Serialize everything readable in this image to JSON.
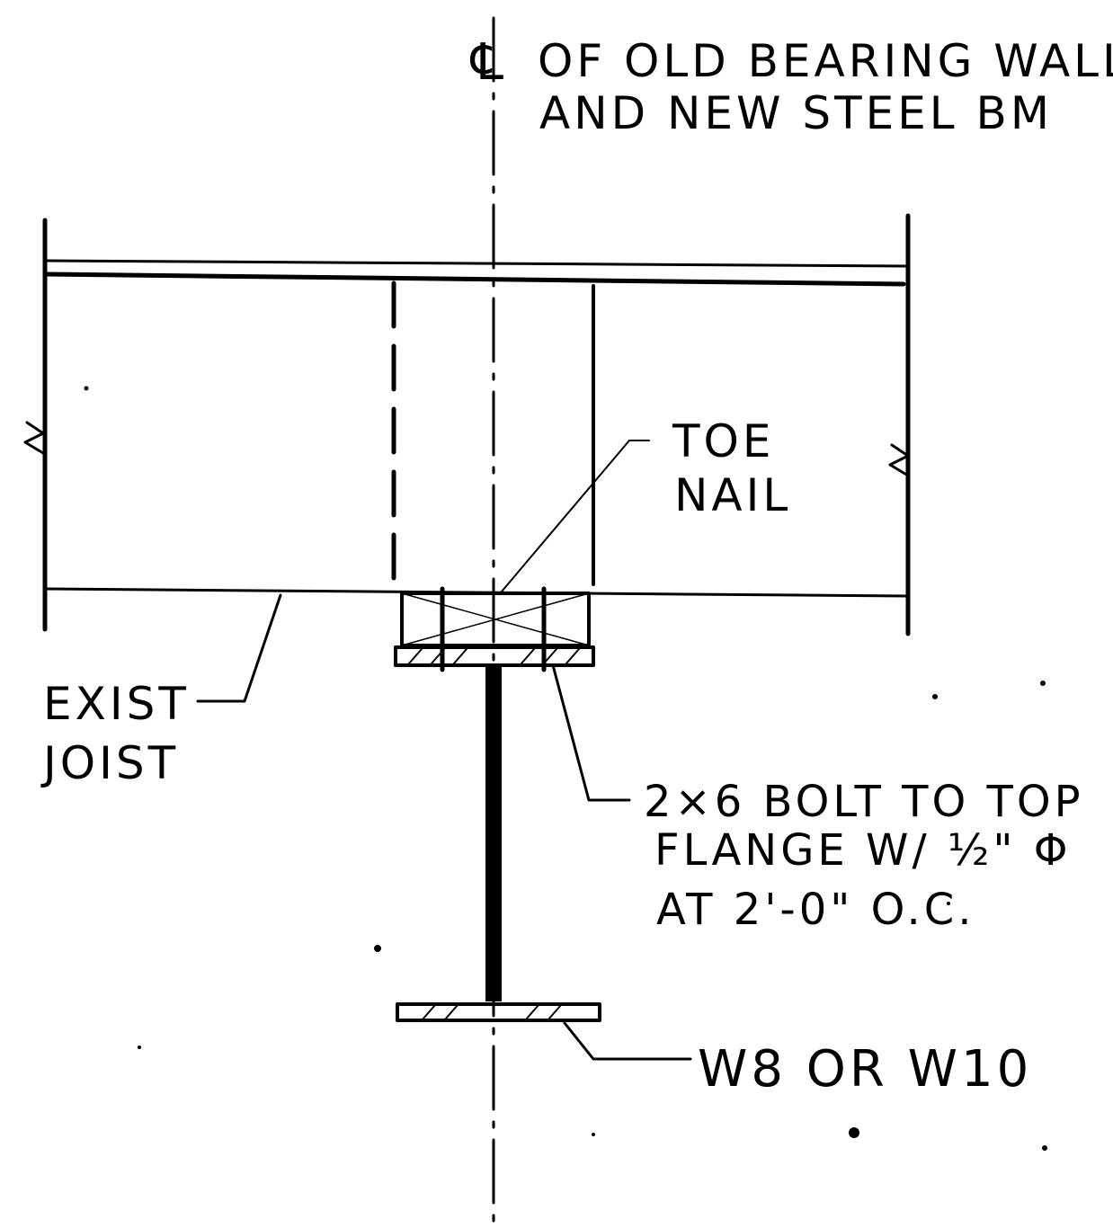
{
  "centerline": {
    "symbol": "℄",
    "line1": "OF OLD BEARING WALL",
    "line2": "AND NEW STEEL BM"
  },
  "toe_nail": {
    "line1": "TOE",
    "line2": "NAIL"
  },
  "joist": {
    "line1": "EXIST",
    "line2": "JOIST"
  },
  "bolt": {
    "line1": "2×6 BOLT TO TOP",
    "line2": "FLANGE W/ ½\" Φ",
    "line3": "AT 2'-0\" O.C."
  },
  "beam": {
    "label": "W8 OR W10"
  },
  "colors": {
    "ink": "#000000",
    "paper": "#ffffff"
  }
}
